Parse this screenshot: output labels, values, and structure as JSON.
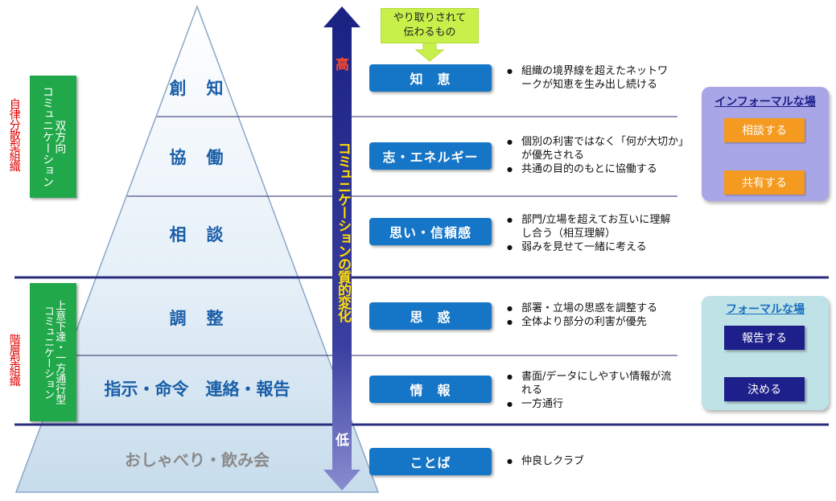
{
  "callout": {
    "line1": "やり取りされて",
    "line2": "伝わるもの"
  },
  "side_labels": {
    "autonomous_org": "自律分散型組織",
    "hierarchical_org": "階層型組織",
    "two_way": {
      "line1": "双方向",
      "line2": "コミュニケーション"
    },
    "top_down": {
      "line1": "上意下達・一方通行型",
      "line2": "コミュニケーション"
    }
  },
  "pyramid": {
    "levels": [
      "創　知",
      "協　働",
      "相　談",
      "調　整",
      "指示・命令　連絡・報告",
      "おしゃべり・飲み会"
    ]
  },
  "arrow": {
    "high": "高",
    "low": "低",
    "label": "コミュニケーションの質的変化"
  },
  "items": [
    {
      "label": "知　恵",
      "bullets": [
        "組織の境界線を超えたネットワークが知恵を生み出し続ける"
      ]
    },
    {
      "label": "志・エネルギー",
      "bullets": [
        "個別の利害ではなく「何が大切か」が優先される",
        "共通の目的のもとに協働する"
      ]
    },
    {
      "label": "思い・信頼感",
      "bullets": [
        "部門/立場を超えてお互いに理解し合う（相互理解）",
        "弱みを見せて一緒に考える"
      ]
    },
    {
      "label": "思　惑",
      "bullets": [
        "部署・立場の思惑を調整する",
        "全体より部分の利害が優先"
      ]
    },
    {
      "label": "情　報",
      "bullets": [
        "書面/データにしやすい情報が流れる",
        "一方通行"
      ]
    },
    {
      "label": "ことば",
      "bullets": [
        "仲良しクラブ"
      ]
    }
  ],
  "informal": {
    "title": "インフォーマルな場",
    "btn1": "相談する",
    "btn2": "共有する"
  },
  "formal": {
    "title": "フォーマルな場",
    "btn1": "報告する",
    "btn2": "決める"
  },
  "colors": {
    "button_blue": "#1575c6",
    "arrow_navy": "#1f2a88",
    "green": "#21a84a",
    "orange": "#f59a20"
  }
}
